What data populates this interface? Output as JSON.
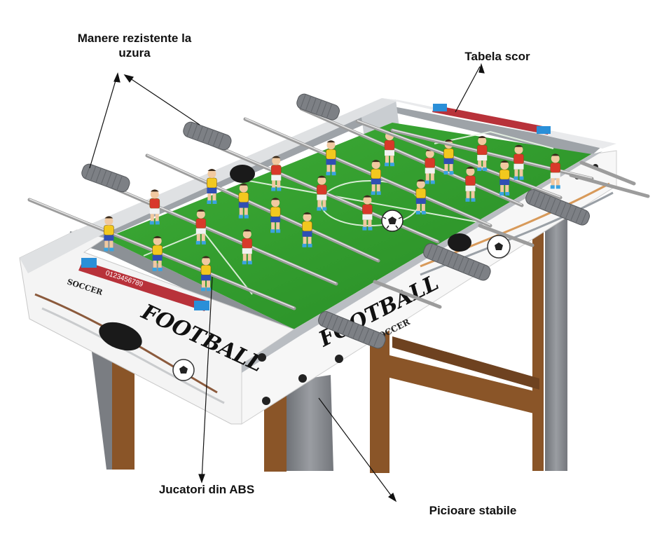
{
  "labels": {
    "handles_line1": "Manere rezistente la",
    "handles_line2": "uzura",
    "scoreboard": "Tabela scor",
    "players": "Jucatori din ABS",
    "legs": "Picioare stabile"
  },
  "table_printing": {
    "brand_front": "FOOTBALL",
    "brand_side": "FOOTBALL",
    "sub_side": "SOCCER",
    "sub_front": "SOCCER",
    "score_digits": "0123456789"
  },
  "colors": {
    "field": "#2f9a2c",
    "frame": "#f2f2f2",
    "leg_wood": "#8a5528",
    "leg_grey": "#8a8d93",
    "team_red": "#d8392a",
    "team_yellow": "#f2c81e",
    "handle": "#7d8085",
    "score_accent": "#2a8fd8"
  },
  "icons": [
    "soccer-ball-icon"
  ]
}
